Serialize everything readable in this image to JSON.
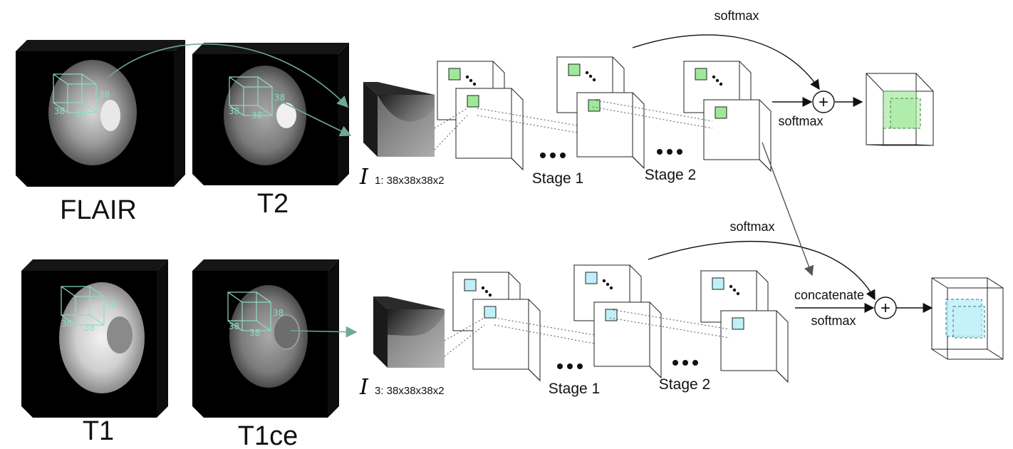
{
  "modalities": [
    "FLAIR",
    "T2",
    "T1",
    "T1ce"
  ],
  "patch_dim_label": "38",
  "inputs": [
    {
      "symbol": "I",
      "subscript": "1: 38x38x38x2"
    },
    {
      "symbol": "I",
      "subscript": "3: 38x38x38x2"
    }
  ],
  "stages": [
    "Stage 1",
    "Stage 2"
  ],
  "operations": {
    "softmax": "softmax",
    "concatenate": "concatenate",
    "plus": "+"
  },
  "colors": {
    "top_branch": "#9fe89a",
    "bottom_branch": "#bff0f7",
    "arrow_teal": "#6fa89a",
    "patch_box": "#8fdcc4"
  }
}
